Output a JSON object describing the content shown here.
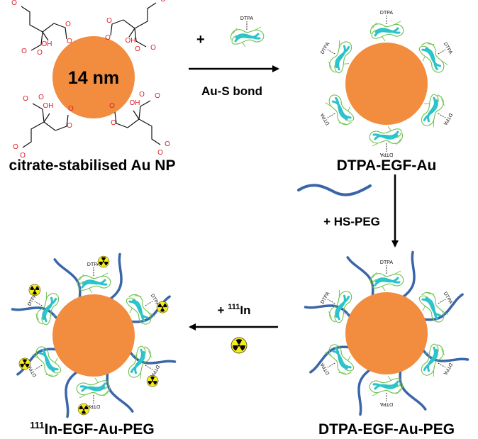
{
  "colors": {
    "gold_particle": "#f28c3f",
    "peg_chain": "#3a66a8",
    "protein_helix": "#29c3c9",
    "protein_coil": "#6cc04a",
    "atom_red": "#e0202a",
    "radiation_yellow": "#f7ec13"
  },
  "particles": {
    "citrate": {
      "size_label": "14 nm",
      "caption": "citrate-stabilised Au NP"
    },
    "egf": {
      "caption": "DTPA-EGF-Au"
    },
    "egf_peg": {
      "caption": "DTPA-EGF-Au-PEG"
    },
    "in_egf_peg": {
      "caption_super": "111",
      "caption_main": "In-EGF-Au-PEG"
    }
  },
  "steps": {
    "step1": {
      "plus": "+",
      "label": "Au-S bond"
    },
    "step2": {
      "label": "+ HS-PEG"
    },
    "step3": {
      "prefix": "+ ",
      "super": "111",
      "label": "In"
    }
  },
  "chem": {
    "dtpa_label": "DTPA",
    "oxygen": "O",
    "hydroxyl": "OH"
  },
  "icons": [
    "radiation-icon",
    "egf-protein-icon",
    "peg-chain-icon",
    "arrow-icon"
  ]
}
